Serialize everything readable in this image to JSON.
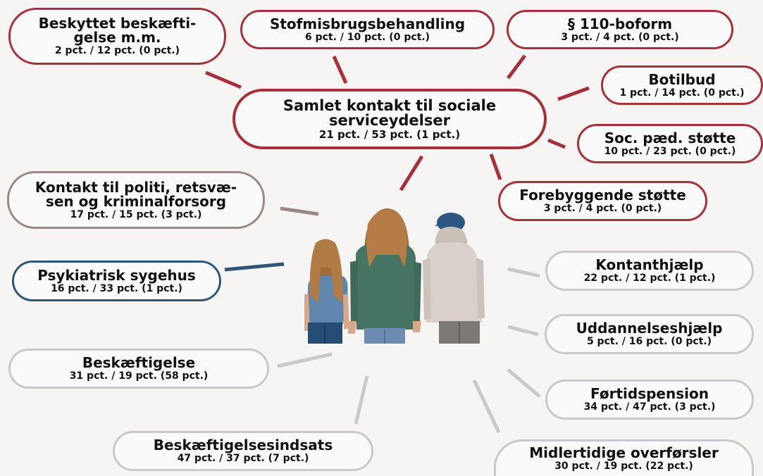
{
  "colors": {
    "social": "#a8303a",
    "justice": "#9b8784",
    "psychiatric": "#2f5676",
    "transfer": "#c9c9cb"
  },
  "center_illustration": "three-young-people-from-behind",
  "nodes": {
    "beskyttet": {
      "title": "Beskyttet beskæfti-gelse m.m.",
      "title_lines": [
        "Beskyttet beskæfti-",
        "gelse m.m."
      ],
      "stats": "2 pct. / 12 pct. (0 pct.)"
    },
    "stofmisbrug": {
      "title": "Stofmisbrugsbehandling",
      "stats": "6 pct. / 10 pct. (0 pct.)"
    },
    "boform": {
      "title": "§ 110-boform",
      "stats": "3 pct. / 4 pct. (0 pct.)"
    },
    "botilbud": {
      "title": "Botilbud",
      "stats": "1 pct. / 14 pct. (0 pct.)"
    },
    "samlet": {
      "title": "Samlet kontakt til sociale serviceydelser",
      "title_lines": [
        "Samlet kontakt til sociale",
        "serviceydelser"
      ],
      "stats": "21 pct. / 53 pct. (1 pct.)"
    },
    "socpaed": {
      "title": "Soc. pæd. støtte",
      "stats": "10 pct. / 23 pct. (0 pct.)"
    },
    "forebyggende": {
      "title": "Forebyggende støtte",
      "stats": "3 pct. / 4 pct. (0 pct.)"
    },
    "politi": {
      "title": "Kontakt til politi, retsvæ-sen og kriminalforsorg",
      "title_lines": [
        "Kontakt til politi, retsvæ-",
        "sen og kriminalforsorg"
      ],
      "stats": "17 pct. / 15 pct. (3 pct.)"
    },
    "psykiatrisk": {
      "title": "Psykiatrisk sygehus",
      "stats": "16 pct. / 33 pct. (1 pct.)"
    },
    "kontanthjaelp": {
      "title": "Kontanthjælp",
      "stats": "22 pct. / 12 pct. (1 pct.)"
    },
    "uddannelse": {
      "title": "Uddannelseshjælp",
      "stats": "5 pct. / 16 pct. (0 pct.)"
    },
    "beskaeftigelse": {
      "title": "Beskæftigelse",
      "stats": "31 pct. / 19 pct. (58 pct.)"
    },
    "fortid": {
      "title": "Førtidspension",
      "stats": "34 pct. / 47 pct. (3 pct.)"
    },
    "indsats": {
      "title": "Beskæftigelsesindsats",
      "stats": "47 pct. / 37 pct. (7 pct.)"
    },
    "midlertidige": {
      "title": "Midlertidige overførsler",
      "stats": "30 pct. / 19 pct. (22 pct.)"
    }
  }
}
